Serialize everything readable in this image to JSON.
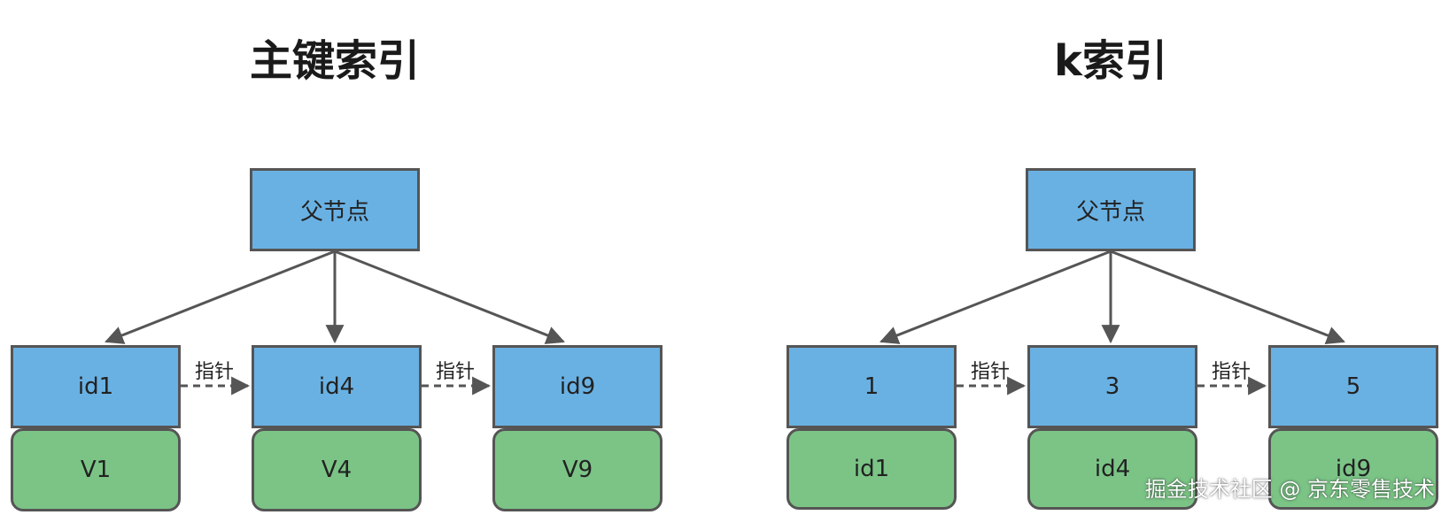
{
  "left": {
    "title": "主键索引",
    "parent": "父节点",
    "keys": [
      "id1",
      "id4",
      "id9"
    ],
    "values": [
      "V1",
      "V4",
      "V9"
    ],
    "pointers": [
      "指针",
      "指针"
    ]
  },
  "right": {
    "title": "k索引",
    "parent": "父节点",
    "keys": [
      "1",
      "3",
      "5"
    ],
    "values": [
      "id1",
      "id4",
      "id9"
    ],
    "pointers": [
      "指针",
      "指针"
    ]
  },
  "watermark": "掘金技术社区 @ 京东零售技术",
  "colors": {
    "node_blue": "#69b1e3",
    "node_green": "#7bc486",
    "border": "#555555",
    "edge": "#555555"
  }
}
